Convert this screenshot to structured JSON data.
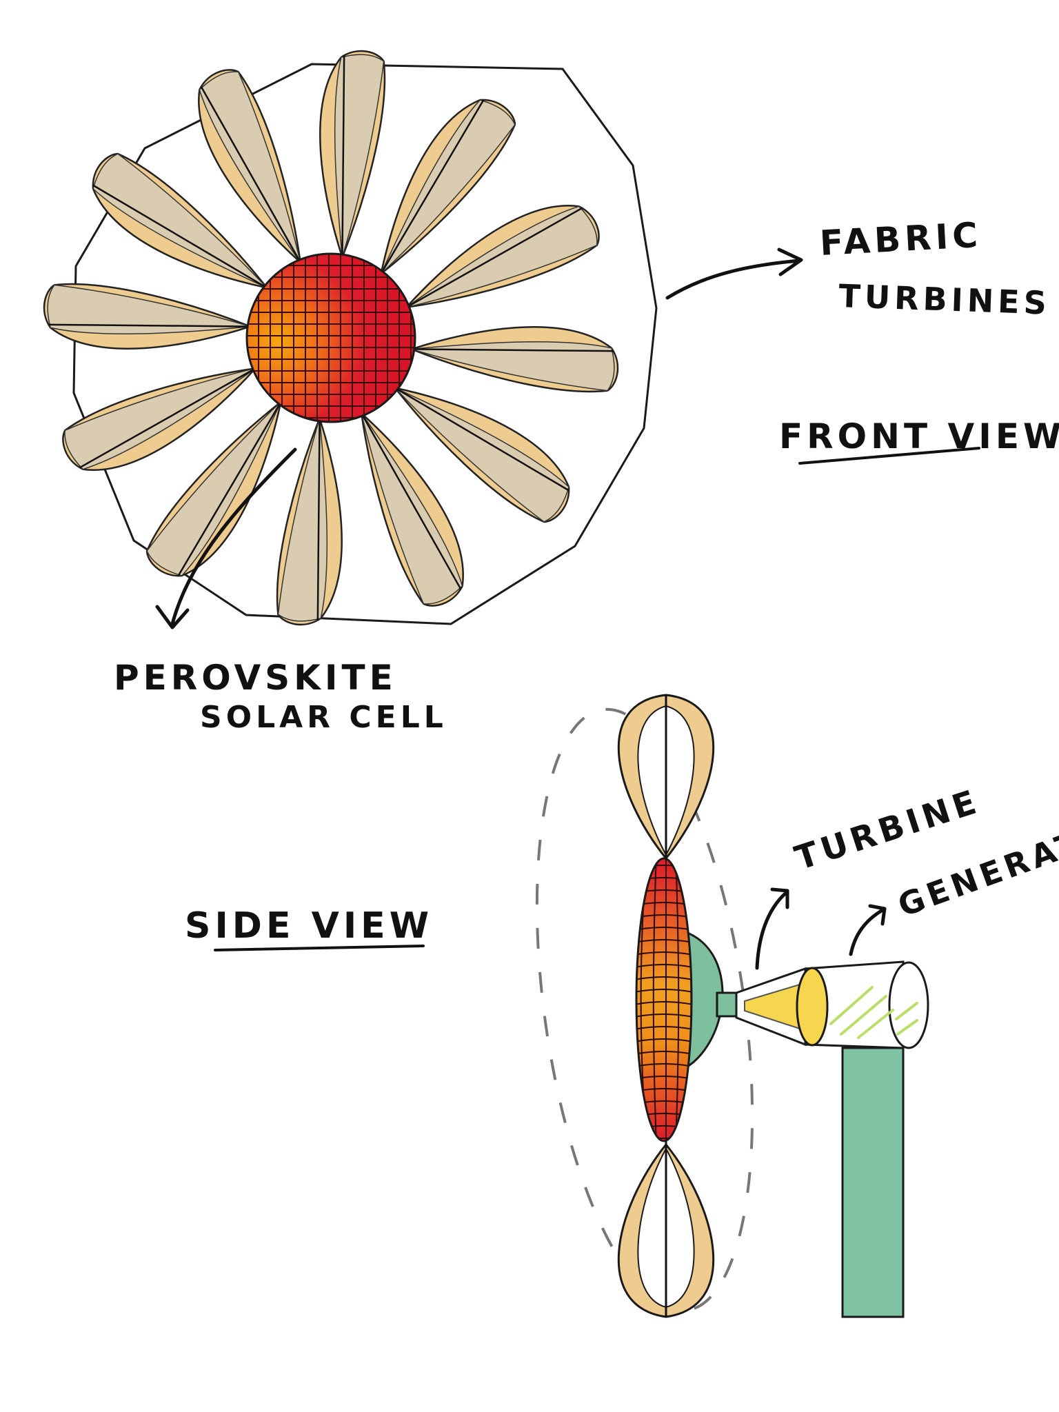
{
  "labels": {
    "fabric_turbines_line1": "FABRIC",
    "fabric_turbines_line2": "TURBINES",
    "front_view": "FRONT VIEW",
    "perovskite_line1": "PEROVSKITE",
    "perovskite_line2": "SOLAR CELL",
    "side_view": "SIDE VIEW",
    "turbine": "TURBINE",
    "generator": "GENERATOR"
  },
  "colors": {
    "petal_light": "#d9ccb0",
    "petal_dark": "#eecb8f",
    "cell_red": "#dc1a2c",
    "cell_orange": "#f5a00f",
    "hub_teal": "#7ebf9e",
    "turbine_yellow": "#f6d64e",
    "generator_green": "#b9de6a",
    "stand_teal": "#7fc3a4"
  },
  "front_view": {
    "blade_count": 12
  }
}
